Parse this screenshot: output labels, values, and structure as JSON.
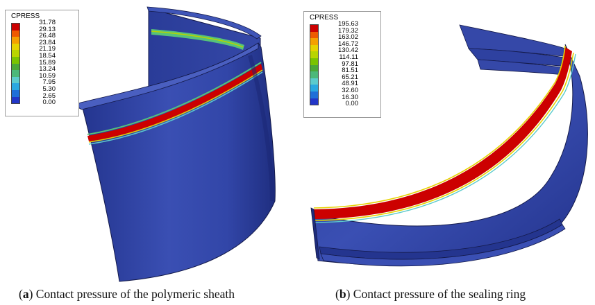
{
  "panel_a": {
    "legend": {
      "title": "CPRESS",
      "values": [
        "31.78",
        "29.13",
        "26.48",
        "23.84",
        "21.19",
        "18.54",
        "15.89",
        "13.24",
        "10.59",
        "7.95",
        "5.30",
        "2.65",
        "0.00"
      ]
    },
    "caption": {
      "letter": "a",
      "text": "Contact pressure of the polymeric sheath"
    }
  },
  "panel_b": {
    "legend": {
      "title": "CPRESS",
      "values": [
        "195.63",
        "179.32",
        "163.02",
        "146.72",
        "130.42",
        "114.11",
        "97.81",
        "81.51",
        "65.21",
        "48.91",
        "32.60",
        "16.30",
        "0.00"
      ]
    },
    "caption": {
      "letter": "b",
      "text": "Contact pressure of the sealing ring"
    }
  },
  "colors": {
    "scale": [
      "#cc0000",
      "#ee5a00",
      "#f4a000",
      "#e6d200",
      "#b8d400",
      "#7ac400",
      "#4aa838",
      "#4cb87a",
      "#5ccbcc",
      "#2aa8e0",
      "#1f6fd8",
      "#2236c8",
      "#2a3aa8"
    ],
    "body": "#2b3d9a",
    "body_light": "#3a4fb0",
    "edge": "#141a4a"
  }
}
